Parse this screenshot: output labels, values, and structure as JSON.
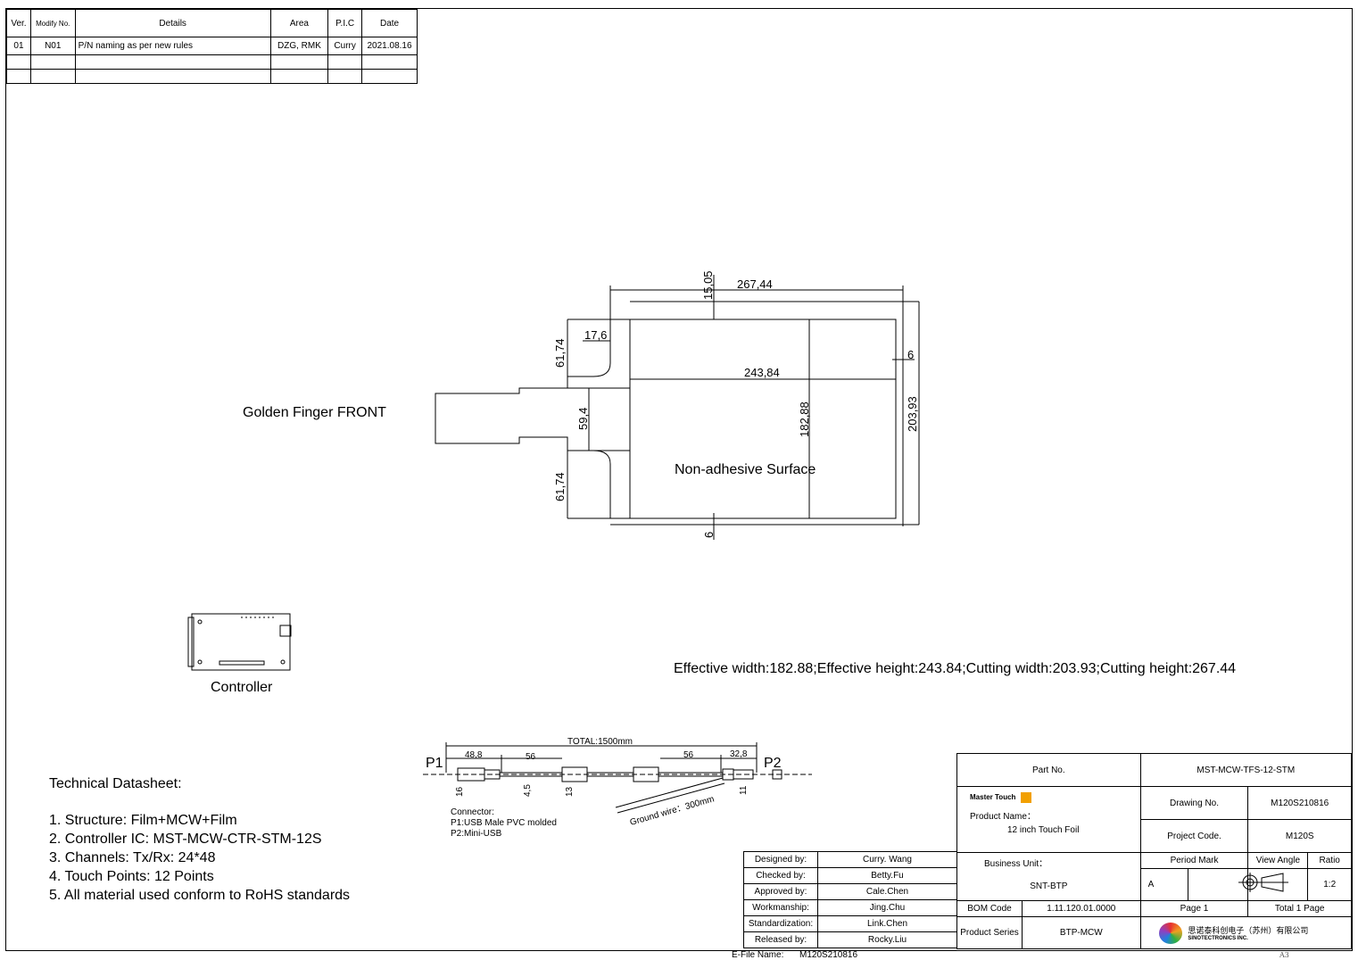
{
  "revision_table": {
    "headers": [
      "Ver.",
      "Modify No.",
      "Details",
      "Area",
      "P.I.C",
      "Date"
    ],
    "rows": [
      [
        "01",
        "N01",
        "P/N naming as per new rules",
        "DZG, RMK",
        "Curry",
        "2021.08.16"
      ],
      [
        "",
        "",
        "",
        "",
        "",
        ""
      ],
      [
        "",
        "",
        "",
        "",
        "",
        ""
      ]
    ]
  },
  "drawing": {
    "golden_finger_label": "Golden Finger FRONT",
    "surface_label": "Non-adhesive Surface",
    "dims": {
      "d_15_05": "15,05",
      "d_267_44": "267,44",
      "d_17_6": "17,6",
      "d_61_74_top": "61,74",
      "d_243_84": "243,84",
      "d_6_right": "6",
      "d_59_4": "59,4",
      "d_182_88": "182,88",
      "d_203_93": "203,93",
      "d_61_74_bottom": "61,74",
      "d_6_bottom": "6"
    },
    "controller_label": "Controller",
    "effective_text": "Effective width:182.88;Effective height:243.84;Cutting width:203.93;Cutting height:267.44"
  },
  "cable": {
    "p1": "P1",
    "p2": "P2",
    "total": "TOTAL:1500mm",
    "d_48_8": "48,8",
    "d_56_a": "56",
    "d_56_b": "56",
    "d_32_8": "32,8",
    "d_16": "16",
    "d_4_5": "4,5",
    "d_13": "13",
    "d_11": "11",
    "ground_wire": "Ground wire：300mm",
    "connector_lines": [
      "Connector:",
      "P1:USB Male PVC molded",
      "P2:Mini-USB"
    ]
  },
  "datasheet": {
    "title": "Technical Datasheet:",
    "items": [
      "1. Structure: Film+MCW+Film",
      "2. Controller IC: MST-MCW-CTR-STM-12S",
      "3. Channels: Tx/Rx: 24*48",
      "4. Touch Points: 12 Points",
      "5. All material used conform to RoHS standards"
    ]
  },
  "title_block": {
    "part_no_label": "Part No.",
    "part_no": "MST-MCW-TFS-12-STM",
    "brand": "Master Touch",
    "product_name_label": "Product Name：",
    "product_name": "12 inch Touch Foil",
    "drawing_no_label": "Drawing No.",
    "drawing_no": "M120S210816",
    "project_code_label": "Project Code.",
    "project_code": "M120S",
    "business_unit_label": "Business Unit：",
    "business_unit": "SNT-BTP",
    "period_mark_label": "Period Mark",
    "period_mark": "A",
    "view_angle_label": "View Angle",
    "ratio_label": "Ratio",
    "ratio": "1:2",
    "bom_code_label": "BOM Code",
    "bom_code": "1.11.120.01.0000",
    "page": "Page 1",
    "total_pages": "Total 1 Page",
    "product_series_label": "Product Series",
    "product_series": "BTP-MCW",
    "company_cn": "思诺泰科创电子（苏州）有限公司",
    "company_en": "SINOTECTRONICS INC."
  },
  "signatures": [
    {
      "role": "Designed by:",
      "name": "Curry. Wang"
    },
    {
      "role": "Checked by:",
      "name": "Betty.Fu"
    },
    {
      "role": "Approved by:",
      "name": "Cale.Chen"
    },
    {
      "role": "Workmanship:",
      "name": "Jing.Chu"
    },
    {
      "role": "Standardization:",
      "name": "Link.Chen"
    },
    {
      "role": "Released by:",
      "name": "Rocky.Liu"
    }
  ],
  "footer": {
    "efile_label": "E-File Name:",
    "efile": "M120S210816",
    "sheet_size": "A3"
  }
}
